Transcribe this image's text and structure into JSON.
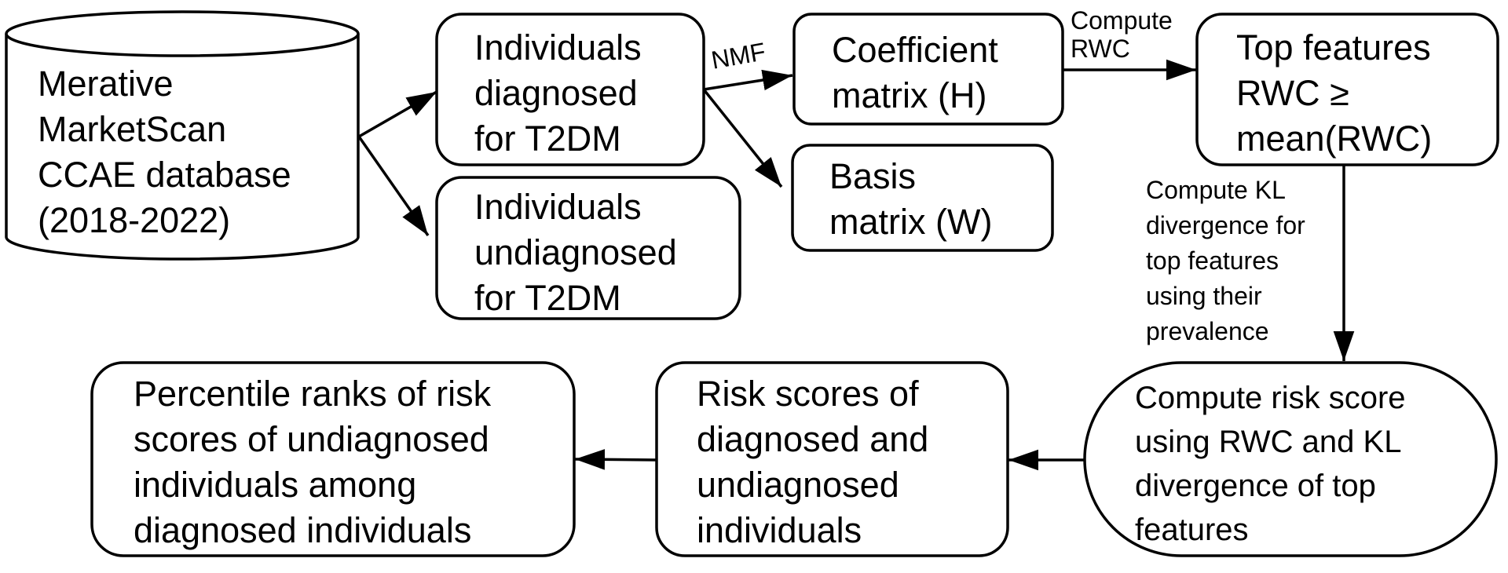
{
  "diagram": {
    "nodes": {
      "database": "Merative\nMarketScan\nCCAE database\n(2018-2022)",
      "diagnosed": "Individuals\ndiagnosed\nfor T2DM",
      "undiagnosed": "Individuals\nundiagnosed\nfor T2DM",
      "coefficient": "Coefficient\nmatrix (H)",
      "basis": "Basis\nmatrix (W)",
      "top_features": "Top features\nRWC ≥\nmean(RWC)",
      "risk_score_compute": "Compute risk score\nusing RWC and KL\ndivergence of top\nfeatures",
      "risk_scores": "Risk scores of\ndiagnosed and\nundiagnosed\nindividuals",
      "percentile": "Percentile ranks of risk\nscores of undiagnosed\nindividuals among\ndiagnosed individuals"
    },
    "edge_labels": {
      "nmf": "NMF",
      "compute_rwc": "Compute\nRWC",
      "compute_kl": "Compute KL\ndivergence for\ntop features\nusing their\nprevalence"
    }
  }
}
